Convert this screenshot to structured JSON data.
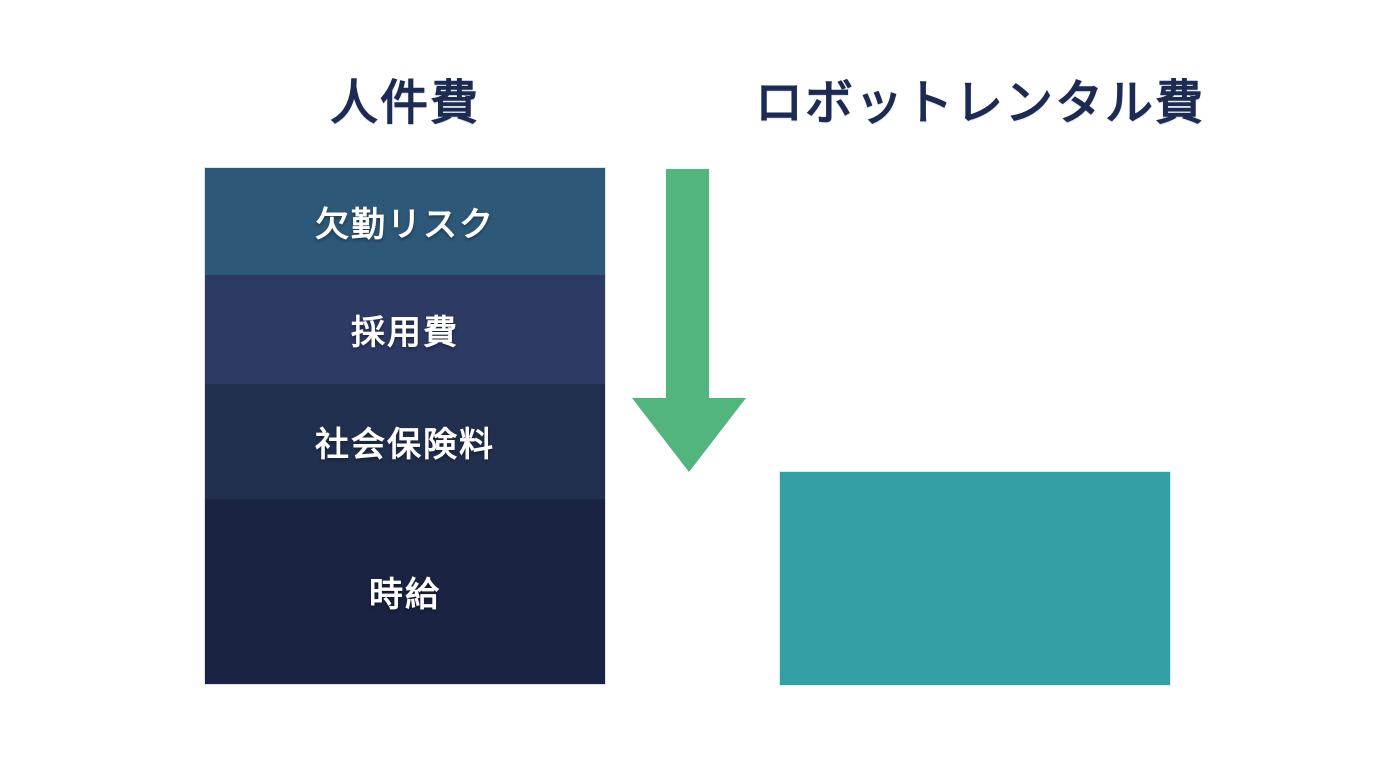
{
  "titles": {
    "left": "人件費",
    "right": "ロボットレンタル費"
  },
  "left_stack": {
    "segments": [
      {
        "label": "欠勤リスク",
        "color": "#2e5878",
        "weight": "94"
      },
      {
        "label": "採用費",
        "color": "#2d3a64",
        "weight": "97"
      },
      {
        "label": "社会保険料",
        "color": "#22304f",
        "weight": "105"
      },
      {
        "label": "時給",
        "color": "#1a2342",
        "weight": "220"
      }
    ]
  },
  "arrow": {
    "color": "#52b57e"
  },
  "right_block": {
    "color": "#34a0a6"
  },
  "colors": {
    "title_text": "#1d2a52",
    "background": "#ffffff",
    "segment_label_text": "#ffffff"
  }
}
